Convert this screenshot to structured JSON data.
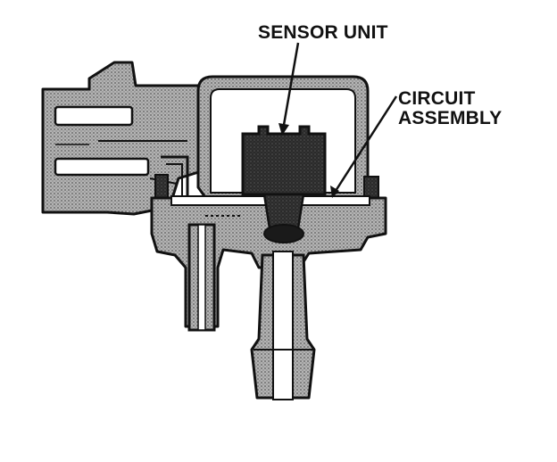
{
  "diagram": {
    "labels": {
      "sensor_unit": "SENSOR UNIT",
      "circuit_assembly_line1": "CIRCUIT",
      "circuit_assembly_line2": "ASSEMBLY"
    },
    "colors": {
      "ink": "#111111",
      "stipple": "#9a9a9a",
      "dark_fill": "#2a2a2a",
      "background": "#ffffff"
    }
  }
}
